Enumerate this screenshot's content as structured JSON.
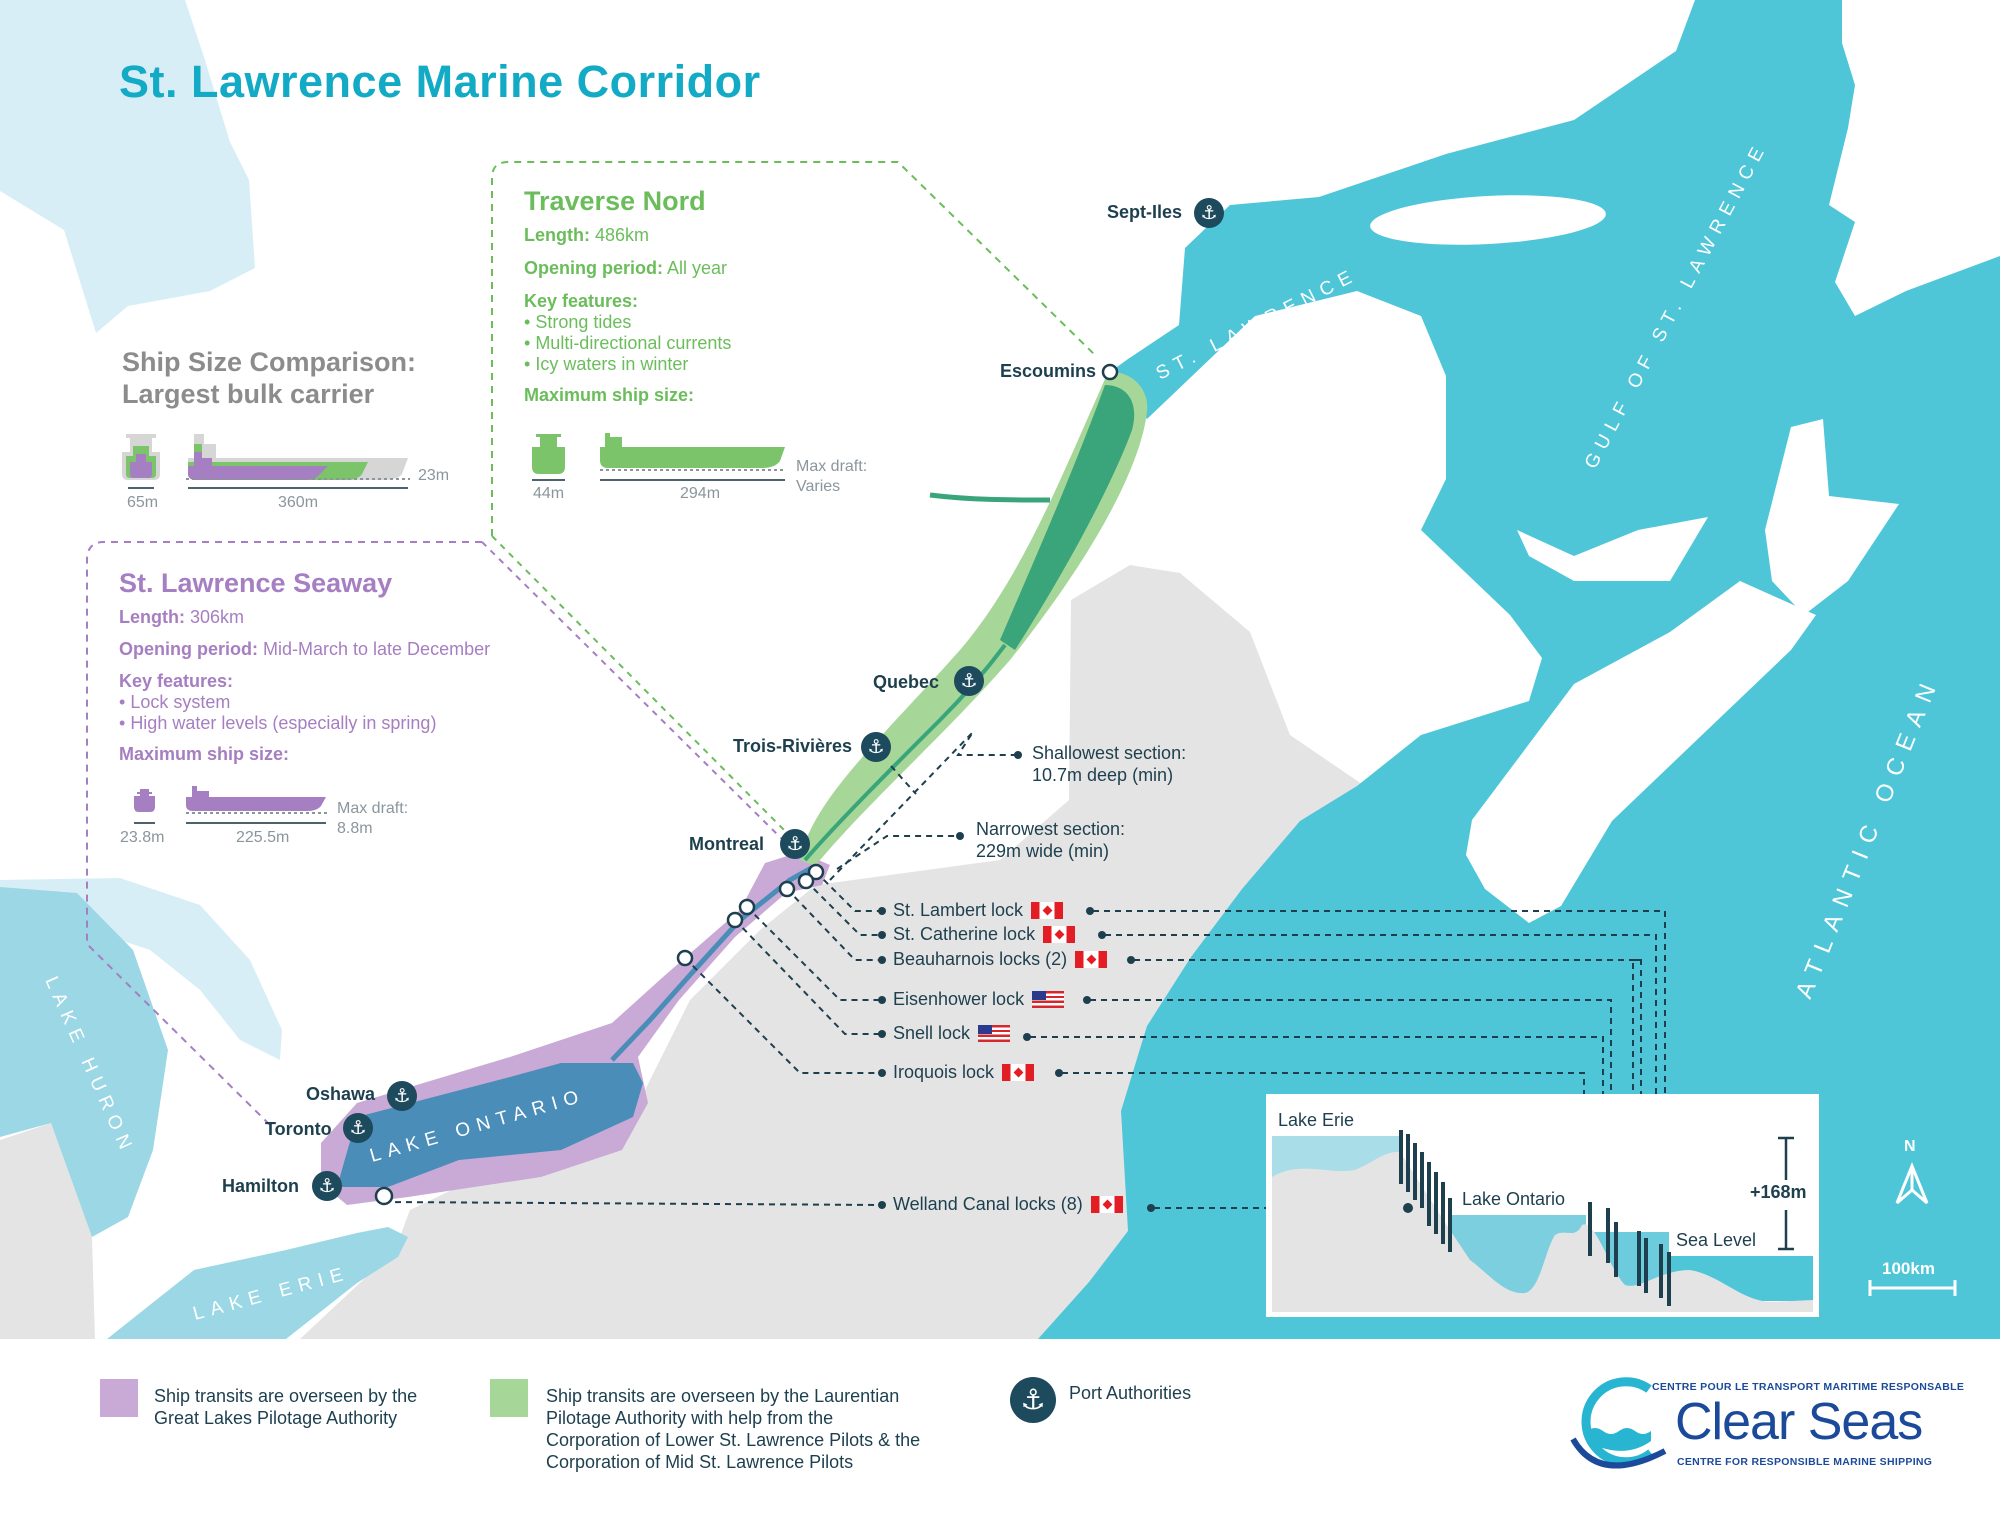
{
  "title": "St. Lawrence Marine Corridor",
  "colors": {
    "water": "#4ec6d8",
    "land_us": "#e4e4e4",
    "seaway": "#c9a9d6",
    "laurentian": "#a6d698",
    "port": "#1d4a5c",
    "title": "#13aac6"
  },
  "comparison": {
    "title_line1": "Ship Size Comparison:",
    "title_line2": "Largest bulk carrier",
    "width": "65m",
    "length": "360m",
    "draft": "23m"
  },
  "traverse_nord": {
    "title": "Traverse Nord",
    "length_label": "Length:",
    "length_value": "486km",
    "opening_label": "Opening period:",
    "opening_value": "All year",
    "features_label": "Key features:",
    "features": [
      "Strong tides",
      "Multi-directional currents",
      "Icy waters in winter"
    ],
    "max_label": "Maximum ship size:",
    "width": "44m",
    "length": "294m",
    "draft_line1": "Max draft:",
    "draft_line2": "Varies"
  },
  "seaway": {
    "title": "St. Lawrence Seaway",
    "length_label": "Length:",
    "length_value": "306km",
    "opening_label": "Opening period:",
    "opening_value": "Mid-March to late December",
    "features_label": "Key features:",
    "features": [
      "Lock system",
      "High water levels (especially in spring)"
    ],
    "max_label": "Maximum ship size:",
    "width": "23.8m",
    "length": "225.5m",
    "draft_line1": "Max draft:",
    "draft_line2": "8.8m"
  },
  "ports": {
    "sept_iles": "Sept-Iles",
    "escoumins": "Escoumins",
    "quebec": "Quebec",
    "trois_rivieres": "Trois-Rivières",
    "montreal": "Montreal",
    "oshawa": "Oshawa",
    "toronto": "Toronto",
    "hamilton": "Hamilton"
  },
  "water_labels": {
    "st_lawrence": "ST. LAWRENCE",
    "gulf": "GULF OF ST. LAWRENCE",
    "atlantic": "ATLANTIC OCEAN",
    "huron": "LAKE HURON",
    "ontario": "LAKE ONTARIO",
    "erie": "LAKE ERIE"
  },
  "notes": {
    "shallow_1": "Shallowest section:",
    "shallow_2": "10.7m deep (min)",
    "narrow_1": "Narrowest section:",
    "narrow_2": "229m wide (min)"
  },
  "locks": [
    {
      "name": "St. Lambert lock",
      "flag": "canada-flag"
    },
    {
      "name": "St. Catherine lock",
      "flag": "canada-flag"
    },
    {
      "name": "Beauharnois locks (2)",
      "flag": "canada-flag"
    },
    {
      "name": "Eisenhower lock",
      "flag": "us-flag"
    },
    {
      "name": "Snell lock",
      "flag": "us-flag"
    },
    {
      "name": "Iroquois lock",
      "flag": "canada-flag"
    },
    {
      "name": "Welland Canal locks (8)",
      "flag": "canada-flag"
    }
  ],
  "profile": {
    "lake_erie": "Lake Erie",
    "lake_ontario": "Lake Ontario",
    "sea_level": "Sea Level",
    "elevation": "+168m"
  },
  "compass": {
    "north": "N",
    "scale": "100km"
  },
  "legend": {
    "seaway_text_1": "Ship transits are overseen by the",
    "seaway_text_2": "Great Lakes Pilotage Authority",
    "laurentian_text_1": "Ship transits are overseen by the Laurentian",
    "laurentian_text_2": "Pilotage Authority with help from the",
    "laurentian_text_3": "Corporation of Lower St. Lawrence Pilots & the",
    "laurentian_text_4": "Corporation of Mid St. Lawrence Pilots",
    "ports_text": "Port Authorities"
  },
  "logo": {
    "top": "CENTRE POUR LE TRANSPORT MARITIME RESPONSABLE",
    "name": "Clear Seas",
    "bottom": "CENTRE FOR RESPONSIBLE MARINE SHIPPING"
  }
}
